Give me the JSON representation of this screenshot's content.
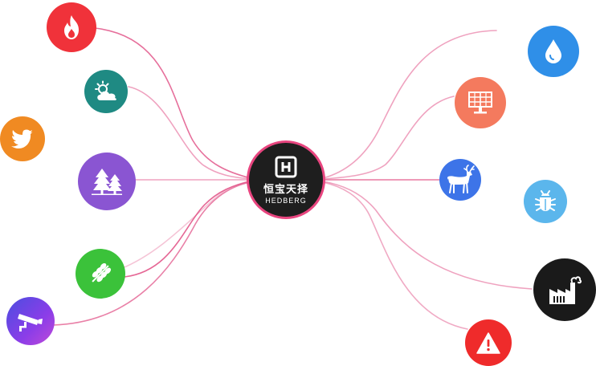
{
  "hub": {
    "brand_cn": "恒宝天择",
    "brand_en": "HEDBERG",
    "logo": "hedberg-logo"
  },
  "colors": {
    "line": "#e2568a",
    "hub_bg": "#1e1e1e",
    "hub_ring": "#e8457f"
  },
  "nodes": [
    {
      "name": "fire-node",
      "icon": "fire-icon",
      "color": "#f0323a"
    },
    {
      "name": "weather-node",
      "icon": "sun-cloud-icon",
      "color": "#1f8a83"
    },
    {
      "name": "twitter-node",
      "icon": "bird-icon",
      "color": "#f08a22"
    },
    {
      "name": "forest-node",
      "icon": "trees-icon",
      "color": "#8a55d2"
    },
    {
      "name": "agriculture-node",
      "icon": "wheat-icon",
      "color": "#3bc23a"
    },
    {
      "name": "camera-node",
      "icon": "camera-icon",
      "color": "#6a48e8"
    },
    {
      "name": "water-node",
      "icon": "water-drop-icon",
      "color": "#2f8fe8"
    },
    {
      "name": "solar-node",
      "icon": "solar-panel-icon",
      "color": "#f47a5e"
    },
    {
      "name": "wildlife-node",
      "icon": "deer-icon",
      "color": "#3d74e8"
    },
    {
      "name": "insect-node",
      "icon": "bug-icon",
      "color": "#5bb6ec"
    },
    {
      "name": "factory-node",
      "icon": "factory-icon",
      "color": "#1a1a1a"
    },
    {
      "name": "warning-node",
      "icon": "warning-icon",
      "color": "#ef2b2b"
    }
  ]
}
